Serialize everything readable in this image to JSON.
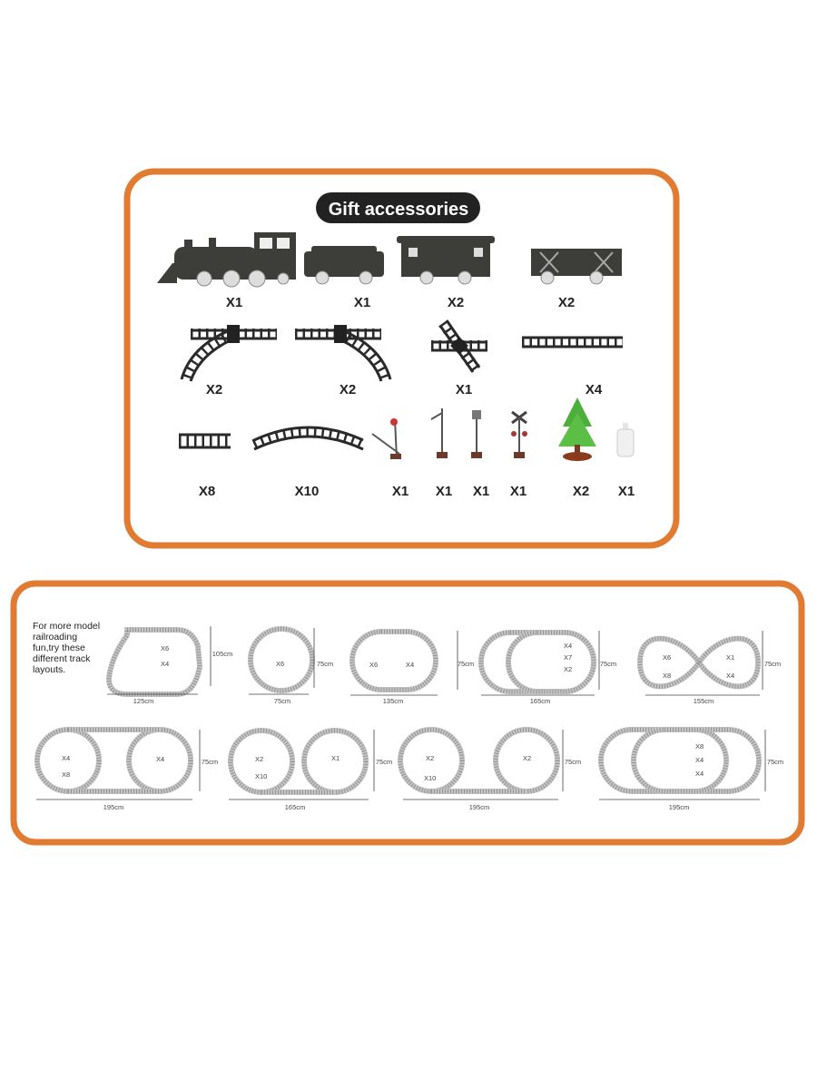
{
  "gift": {
    "title": "Gift accessories",
    "items": [
      {
        "name": "steam-locomotive",
        "qty": "X1"
      },
      {
        "name": "coal-tender",
        "qty": "X1"
      },
      {
        "name": "passenger-car",
        "qty": "X2"
      },
      {
        "name": "cattle-car",
        "qty": "X2"
      },
      {
        "name": "switch-track-left",
        "qty": "X2"
      },
      {
        "name": "switch-track-right",
        "qty": "X2"
      },
      {
        "name": "crossing-track",
        "qty": "X1"
      },
      {
        "name": "long-straight-track",
        "qty": "X4"
      },
      {
        "name": "short-straight-track",
        "qty": "X8"
      },
      {
        "name": "curved-track",
        "qty": "X10"
      },
      {
        "name": "signal-light",
        "qty": "X1"
      },
      {
        "name": "street-lamp",
        "qty": "X1"
      },
      {
        "name": "sign-post",
        "qty": "X1"
      },
      {
        "name": "railroad-crossing-sign",
        "qty": "X1"
      },
      {
        "name": "pine-tree",
        "qty": "X2"
      },
      {
        "name": "smoke-oil-bottle",
        "qty": "X1"
      }
    ]
  },
  "layouts": {
    "note": [
      "For more model",
      "railroading",
      "fun,try these",
      "different track",
      "layouts."
    ],
    "items": [
      {
        "width": "125cm",
        "height": "105cm",
        "counts": [
          "X6",
          "X4"
        ]
      },
      {
        "width": "75cm",
        "height": "75cm",
        "counts": [
          "X6"
        ]
      },
      {
        "width": "135cm",
        "counts": [
          "X6",
          "X4"
        ]
      },
      {
        "width": "165cm",
        "height_left": "75cm",
        "height_right": "75cm",
        "counts": [
          "X4",
          "X7",
          "X2"
        ]
      },
      {
        "width": "155cm",
        "height": "75cm",
        "counts": [
          "X6",
          "X8",
          "X1",
          "X4"
        ]
      },
      {
        "width": "195cm",
        "height": "75cm",
        "counts": [
          "X4",
          "X8",
          "X4"
        ]
      },
      {
        "width": "165cm",
        "height": "75cm",
        "counts": [
          "X2",
          "X10",
          "X1"
        ]
      },
      {
        "width": "195cm",
        "height": "75cm",
        "counts": [
          "X2",
          "X10",
          "X2"
        ]
      },
      {
        "width": "195cm",
        "height": "75cm",
        "counts": [
          "X8",
          "X4",
          "X4"
        ]
      }
    ]
  }
}
